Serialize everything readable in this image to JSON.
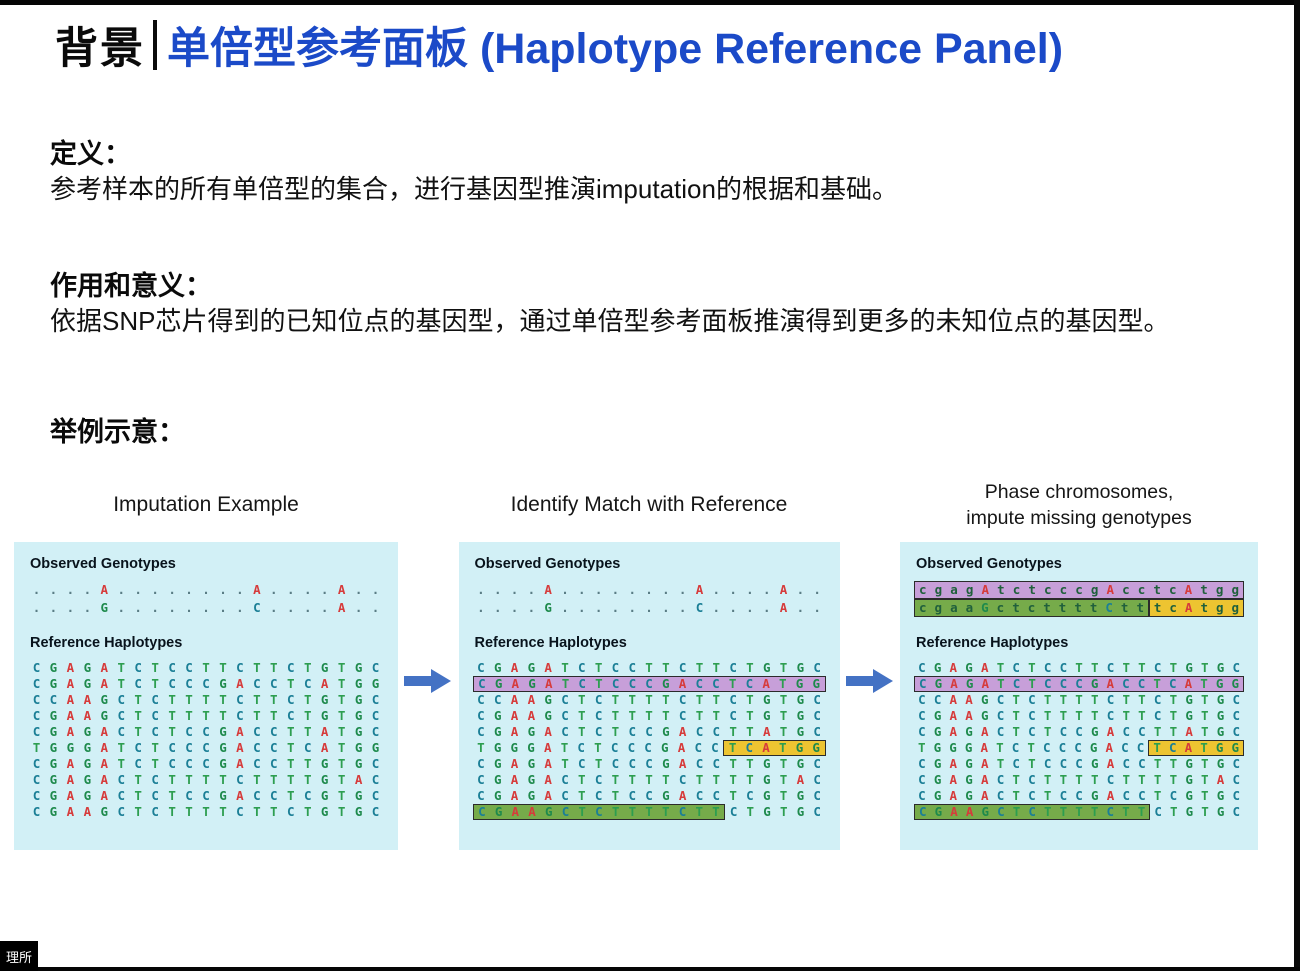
{
  "frame": {
    "watermark": "理所"
  },
  "title": {
    "prefix": "背景",
    "main": "单倍型参考面板 (Haplotype Reference Panel)"
  },
  "sections": {
    "definition": {
      "heading": "定义：",
      "body": "参考样本的所有单倍型的集合，进行基因型推演imputation的根据和基础。"
    },
    "role": {
      "heading": "作用和意义：",
      "body": "依据SNP芯片得到的已知位点的基因型，通过单倍型参考面板推演得到更多的未知位点的基因型。"
    },
    "example": {
      "heading": "举例示意："
    }
  },
  "colors": {
    "accent_blue": "#1b4ac8",
    "panel_bg": "#d2f0f6",
    "arrow": "#4472c4",
    "A": "#d63b3b",
    "C": "#1b7f96",
    "G": "#1e8a4c",
    "T": "#2d9e50",
    "dot": "#5a7d85",
    "lower": "#20603c",
    "hl_purple": "#c79fd9",
    "hl_yellow": "#edc431",
    "hl_green": "#76ab4a"
  },
  "panels": [
    {
      "title_lines": [
        "Imputation Example"
      ],
      "observed_label": "Observed Genotypes",
      "reference_label": "Reference Haplotypes",
      "observed_rows": [
        {
          "seq": "....A........A....A..",
          "highlights": []
        },
        {
          "seq": "....G........C....A..",
          "highlights": []
        }
      ],
      "reference_rows": [
        {
          "seq": "CGAGATCTCCTTCTTCTGTGC",
          "highlights": []
        },
        {
          "seq": "CGAGATCTCCCGACCTCATGG",
          "highlights": []
        },
        {
          "seq": "CCAAGCTCTTTTCTTCTGTGC",
          "highlights": []
        },
        {
          "seq": "CGAAGCTCTTTTCTTCTGTGC",
          "highlights": []
        },
        {
          "seq": "CGAGACTCTCCGACCTTATGC",
          "highlights": []
        },
        {
          "seq": "TGGGATCTCCCGACCTCATGG",
          "highlights": []
        },
        {
          "seq": "CGAGATCTCCCGACCTTGTGC",
          "highlights": []
        },
        {
          "seq": "CGAGACTCTTTTCTTTTGTAC",
          "highlights": []
        },
        {
          "seq": "CGAGACTCTCCGACCTCGTGC",
          "highlights": []
        },
        {
          "seq": "CGAAGCTCTTTTCTTCTGTGC",
          "highlights": []
        }
      ]
    },
    {
      "title_lines": [
        "Identify Match with Reference"
      ],
      "observed_label": "Observed Genotypes",
      "reference_label": "Reference Haplotypes",
      "observed_rows": [
        {
          "seq": "....A........A....A..",
          "highlights": []
        },
        {
          "seq": "....G........C....A..",
          "highlights": []
        }
      ],
      "reference_rows": [
        {
          "seq": "CGAGATCTCCTTCTTCTGTGC",
          "highlights": []
        },
        {
          "seq": "CGAGATCTCCCGACCTCATGG",
          "highlights": [
            {
              "start": 0,
              "end": 21,
              "color": "purple"
            }
          ]
        },
        {
          "seq": "CCAAGCTCTTTTCTTCTGTGC",
          "highlights": []
        },
        {
          "seq": "CGAAGCTCTTTTCTTCTGTGC",
          "highlights": []
        },
        {
          "seq": "CGAGACTCTCCGACCTTATGC",
          "highlights": []
        },
        {
          "seq": "TGGGATCTCCCGACCTCATGG",
          "highlights": [
            {
              "start": 15,
              "end": 21,
              "color": "yellow"
            }
          ]
        },
        {
          "seq": "CGAGATCTCCCGACCTTGTGC",
          "highlights": []
        },
        {
          "seq": "CGAGACTCTTTTCTTTTGTAC",
          "highlights": []
        },
        {
          "seq": "CGAGACTCTCCGACCTCGTGC",
          "highlights": []
        },
        {
          "seq": "CGAAGCTCTTTTCTTCTGTGC",
          "highlights": [
            {
              "start": 0,
              "end": 15,
              "color": "green"
            }
          ]
        }
      ]
    },
    {
      "title_lines": [
        "Phase chromosomes,",
        "impute missing genotypes"
      ],
      "observed_label": "Observed Genotypes",
      "reference_label": "Reference Haplotypes",
      "observed_rows": [
        {
          "seq": "cgagAtctcccgAcctcAtgg",
          "highlights": [
            {
              "start": 0,
              "end": 21,
              "color": "purple"
            }
          ]
        },
        {
          "seq": "cgaaGctcttttCtttcAtgg",
          "highlights": [
            {
              "start": 0,
              "end": 15,
              "color": "green"
            },
            {
              "start": 15,
              "end": 21,
              "color": "yellow"
            }
          ]
        }
      ],
      "reference_rows": [
        {
          "seq": "CGAGATCTCCTTCTTCTGTGC",
          "highlights": []
        },
        {
          "seq": "CGAGATCTCCCGACCTCATGG",
          "highlights": [
            {
              "start": 0,
              "end": 21,
              "color": "purple"
            }
          ]
        },
        {
          "seq": "CCAAGCTCTTTTCTTCTGTGC",
          "highlights": []
        },
        {
          "seq": "CGAAGCTCTTTTCTTCTGTGC",
          "highlights": []
        },
        {
          "seq": "CGAGACTCTCCGACCTTATGC",
          "highlights": []
        },
        {
          "seq": "TGGGATCTCCCGACCTCATGG",
          "highlights": [
            {
              "start": 15,
              "end": 21,
              "color": "yellow"
            }
          ]
        },
        {
          "seq": "CGAGATCTCCCGACCTTGTGC",
          "highlights": []
        },
        {
          "seq": "CGAGACTCTTTTCTTTTGTAC",
          "highlights": []
        },
        {
          "seq": "CGAGACTCTCCGACCTCGTGC",
          "highlights": []
        },
        {
          "seq": "CGAAGCTCTTTTCTTCTGTGC",
          "highlights": [
            {
              "start": 0,
              "end": 15,
              "color": "green"
            }
          ]
        }
      ]
    }
  ]
}
